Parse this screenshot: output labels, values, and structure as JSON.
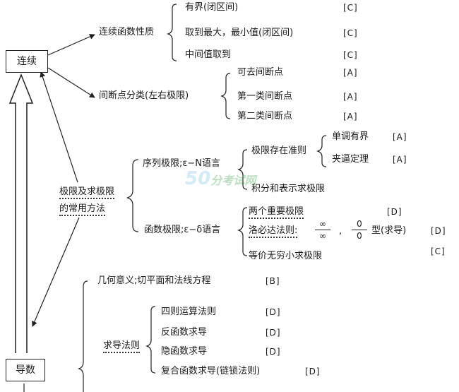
{
  "nodes": {
    "continuity": "连续",
    "derivative": "导数"
  },
  "continuity_props": {
    "title": "连续函数性质",
    "items": [
      {
        "text": "有界(闭区间)",
        "grade": "[C]"
      },
      {
        "text": "取到最大，最小值(闭区间)",
        "grade": "[C]"
      },
      {
        "text": "中间值取到",
        "grade": "[C]"
      }
    ]
  },
  "discontinuity": {
    "title": "间断点分类(左右极限)",
    "items": [
      {
        "text": "可去间断点",
        "grade": "[A]"
      },
      {
        "text": "第一类间断点",
        "grade": "[A]"
      },
      {
        "text": "第二类间断点",
        "grade": "[A]"
      }
    ]
  },
  "limits": {
    "title_line1": "极限及求极限",
    "title_line2": "的常用方法",
    "sequence": {
      "title": "序列极限;ε−N语言",
      "criteria": {
        "title": "极限存在准则",
        "items": [
          {
            "text": "单调有界",
            "grade": "[A]"
          },
          {
            "text": "夹逼定理",
            "grade": "[A]"
          }
        ]
      },
      "integral": "积分和表示求极限"
    },
    "function": {
      "title": "函数极限;ε−δ语言",
      "items": [
        {
          "text": "两个重要极限",
          "grade": "[D]"
        },
        {
          "text": "洛必达法则:",
          "grade": "[D]",
          "frac1_num": "∞",
          "frac1_den": "∞",
          "sep": ",",
          "frac2_num": "0",
          "frac2_den": "0",
          "suffix": "型(求导)"
        },
        {
          "text": "等价无穷小求极限",
          "grade": "[C]"
        }
      ]
    }
  },
  "derivative_branch": {
    "geometry": {
      "text": "几何意义;切平面和法线方程",
      "grade": "[B]"
    },
    "rules": {
      "title": "求导法则",
      "items": [
        {
          "text": "四则运算法则",
          "grade": "[D]"
        },
        {
          "text": "反函数求导",
          "grade": "[D]"
        },
        {
          "text": "隐函数求导",
          "grade": "[D]"
        },
        {
          "text": "复合函数求导(链锁法则)",
          "grade": "[D]"
        }
      ]
    }
  },
  "watermark": "50分考试网"
}
